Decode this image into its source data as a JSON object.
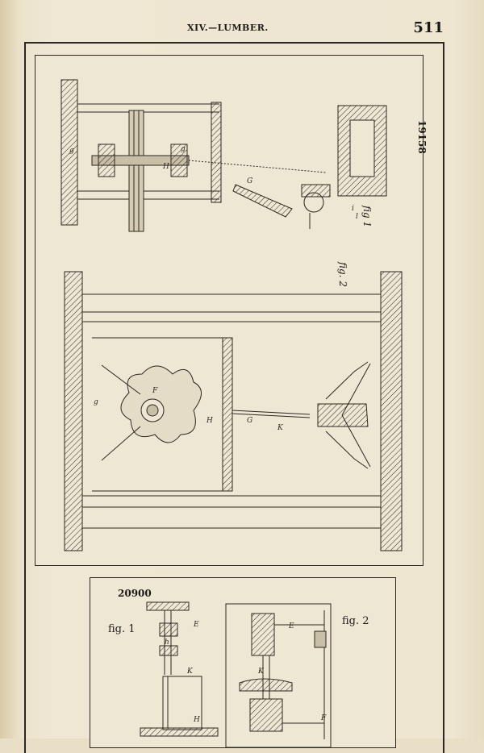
{
  "header": {
    "running_head": "XIV.—LUMBER.",
    "page_number": "511"
  },
  "plate_19158": {
    "patent_number": "19158",
    "fig1_label": "fig 1",
    "fig2_label": "fig. 2"
  },
  "plate_20900": {
    "patent_number": "20900",
    "fig1_label": "fig. 1",
    "fig2_label": "fig. 2"
  }
}
